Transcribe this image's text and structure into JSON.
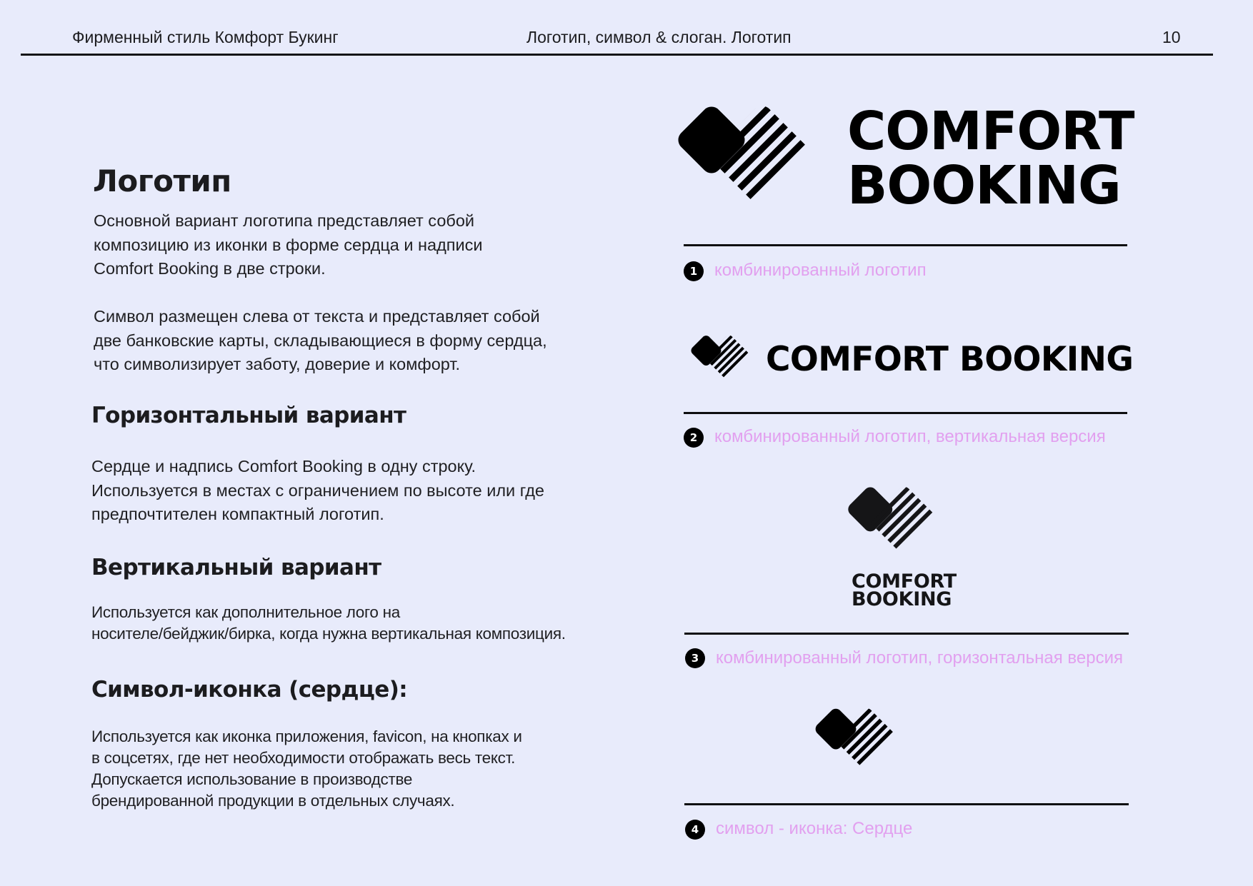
{
  "header": {
    "left": "Фирменный стиль Комфорт Букинг",
    "center": "Логотип, символ & слоган. Логотип",
    "page_number": "10"
  },
  "left": {
    "title": "Логотип",
    "intro_lines": [
      "Основной вариант логотипа представляет собой",
      "композицию из иконки в форме сердца и надписи",
      "Comfort Booking в две строки."
    ],
    "symbol_lines": [
      "Символ размещен слева от текста и представляет собой",
      "две банковские карты, складывающиеся в форму сердца,",
      "что символизирует заботу, доверие и комфорт."
    ],
    "horizontal": {
      "heading": "Горизонтальный вариант",
      "lines": [
        "Сердце и надпись Comfort Booking в одну строку.",
        "Используется в местах с ограничением по высоте или где",
        "предпочтителен компактный логотип."
      ]
    },
    "vertical": {
      "heading": "Вертикальный вариант",
      "lines": [
        "Используется как дополнительное лого на",
        "носителе/бейджик/бирка, когда нужна вертикальная композиция."
      ]
    },
    "icon": {
      "heading": "Символ-иконка (сердце):",
      "lines": [
        "Используется как иконка приложения, favicon, на кнопках и",
        "в соцсетях, где нет необходимости отображать весь текст.",
        "Допускается использование в производстве",
        "брендированной продукции в отдельных случаях."
      ]
    }
  },
  "logos": {
    "wordmark_line1": "COMFORT",
    "wordmark_line2": "BOOKING",
    "wordmark_single": "COMFORT BOOKING",
    "icon": "heart-cards-icon"
  },
  "captions": [
    {
      "number": "1",
      "text": "комбинированный логотип"
    },
    {
      "number": "2",
      "text": "комбинированный логотип, вертикальная версия"
    },
    {
      "number": "3",
      "text": "комбинированный логотип, горизонтальная версия"
    },
    {
      "number": "4",
      "text": "символ - иконка: Сердце"
    }
  ],
  "colors": {
    "background": "#e8ebfb",
    "text": "#1c1c1f",
    "caption_accent": "#e2a0ef",
    "logo": "#000000"
  }
}
